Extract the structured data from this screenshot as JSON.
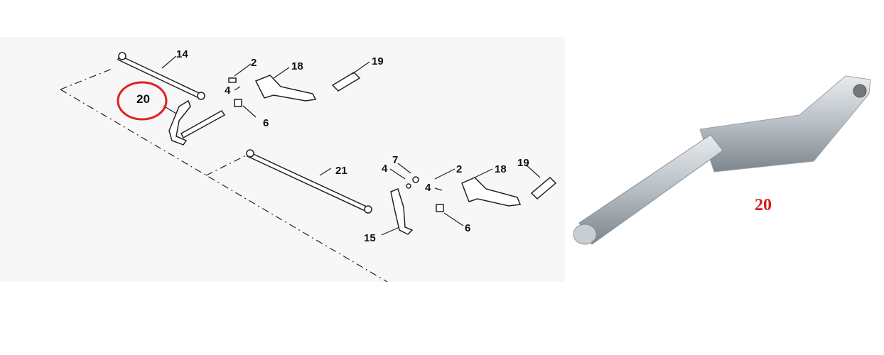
{
  "diagram": {
    "labels": {
      "upper": [
        "14",
        "2",
        "18",
        "19",
        "4",
        "20",
        "6"
      ],
      "lower": [
        "21",
        "7",
        "4",
        "2",
        "18",
        "19",
        "4",
        "15",
        "6"
      ]
    },
    "highlight_color": "#e02020"
  },
  "photo": {
    "part_label": "20",
    "label_color": "#d0201e"
  }
}
